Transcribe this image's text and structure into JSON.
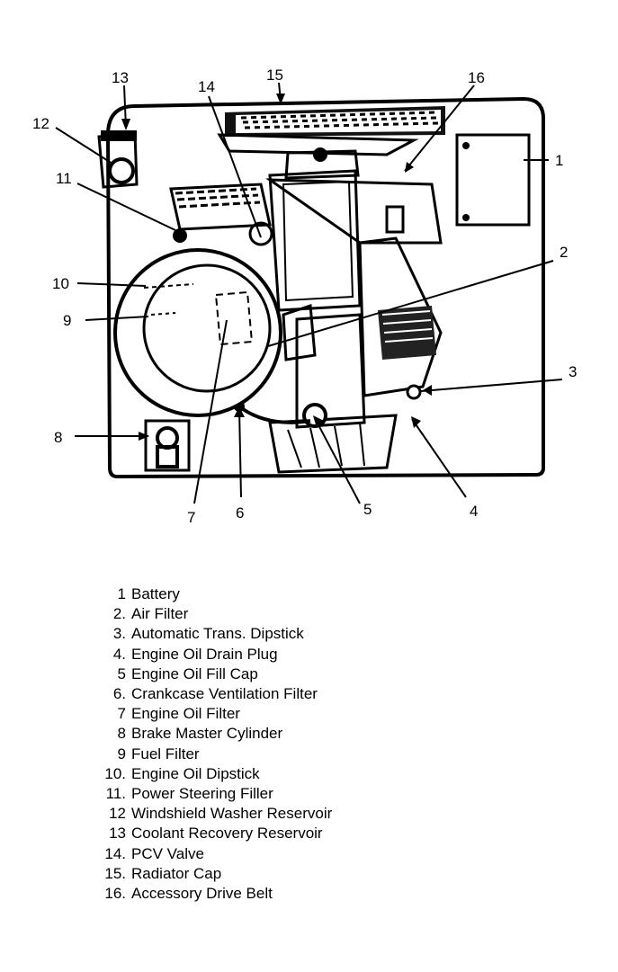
{
  "callouts": [
    "1",
    "2",
    "3",
    "4",
    "5",
    "6",
    "7",
    "8",
    "9",
    "10",
    "11",
    "12",
    "13",
    "14",
    "15",
    "16"
  ],
  "legend": [
    {
      "num": "1",
      "label": "Battery"
    },
    {
      "num": "2.",
      "label": "Air Filter"
    },
    {
      "num": "3.",
      "label": "Automatic Trans. Dipstick"
    },
    {
      "num": "4.",
      "label": "Engine Oil Drain Plug"
    },
    {
      "num": "5",
      "label": "Engine Oil Fill Cap"
    },
    {
      "num": "6.",
      "label": "Crankcase Ventilation Filter"
    },
    {
      "num": "7",
      "label": "Engine Oil Filter"
    },
    {
      "num": "8",
      "label": "Brake Master Cylinder"
    },
    {
      "num": "9",
      "label": "Fuel Filter"
    },
    {
      "num": "10.",
      "label": "Engine Oil Dipstick"
    },
    {
      "num": "11.",
      "label": "Power Steering Filler"
    },
    {
      "num": "12",
      "label": "Windshield Washer Reservoir"
    },
    {
      "num": "13",
      "label": "Coolant Recovery Reservoir"
    },
    {
      "num": "14.",
      "label": "PCV Valve"
    },
    {
      "num": "15.",
      "label": "Radiator Cap"
    },
    {
      "num": "16.",
      "label": "Accessory Drive Belt"
    }
  ]
}
